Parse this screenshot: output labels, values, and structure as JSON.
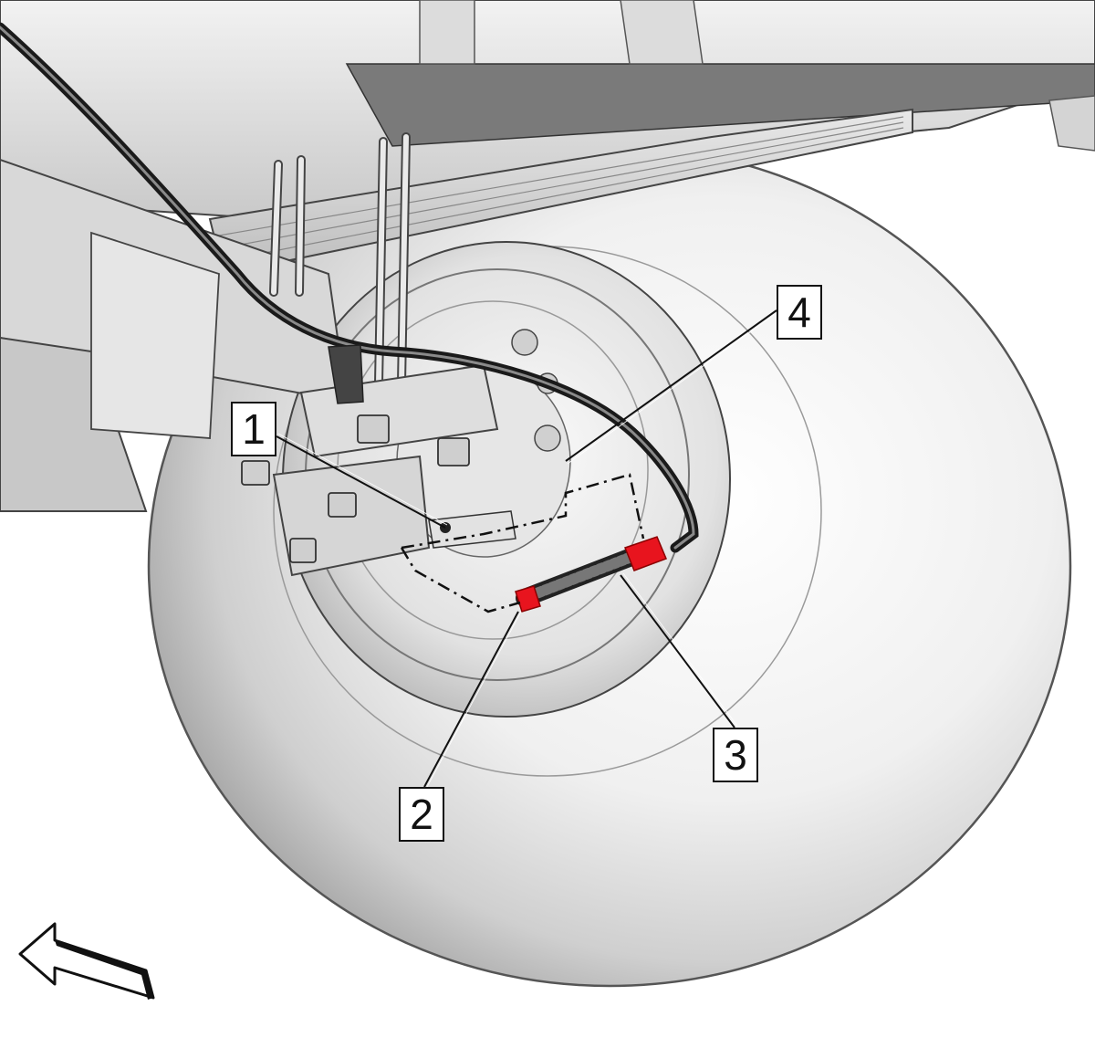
{
  "callouts": [
    {
      "id": "1",
      "label": "1"
    },
    {
      "id": "2",
      "label": "2"
    },
    {
      "id": "3",
      "label": "3"
    },
    {
      "id": "4",
      "label": "4"
    }
  ],
  "highlight_color": "#e8141e",
  "direction_arrow": "arrow-left-outline-icon"
}
